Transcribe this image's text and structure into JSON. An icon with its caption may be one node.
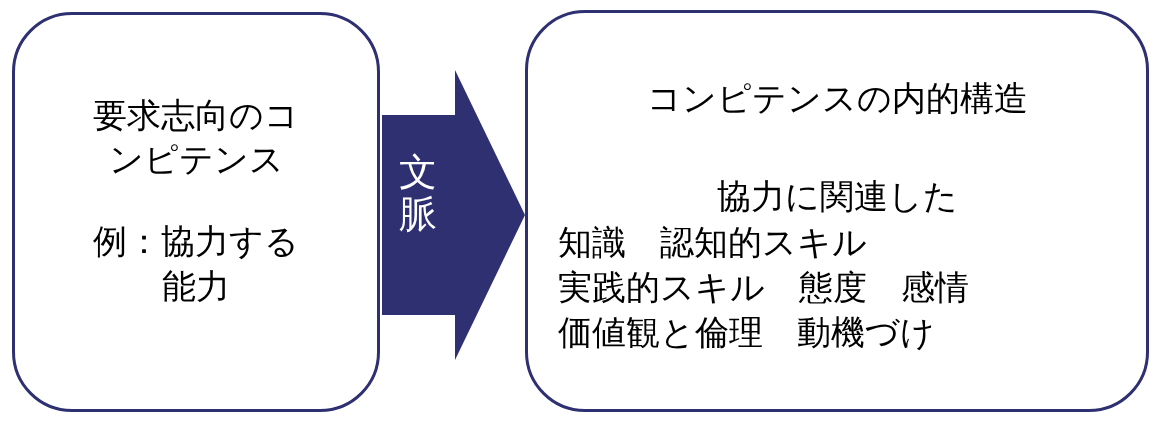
{
  "diagram": {
    "nodes": [
      {
        "text": [
          "要求志向のコンピテンス",
          "例：協力する能力"
        ]
      },
      {
        "text": [
          "コンピテンスの内的構造",
          "協力に関連した",
          "知識",
          "認知的スキル",
          "実践的スキル",
          "態度",
          "感情",
          "価値観と倫理",
          "動機づけ"
        ]
      }
    ],
    "edges": [
      {
        "from": 0,
        "to": 1,
        "arrow": "to",
        "label": "文脈"
      }
    ]
  }
}
